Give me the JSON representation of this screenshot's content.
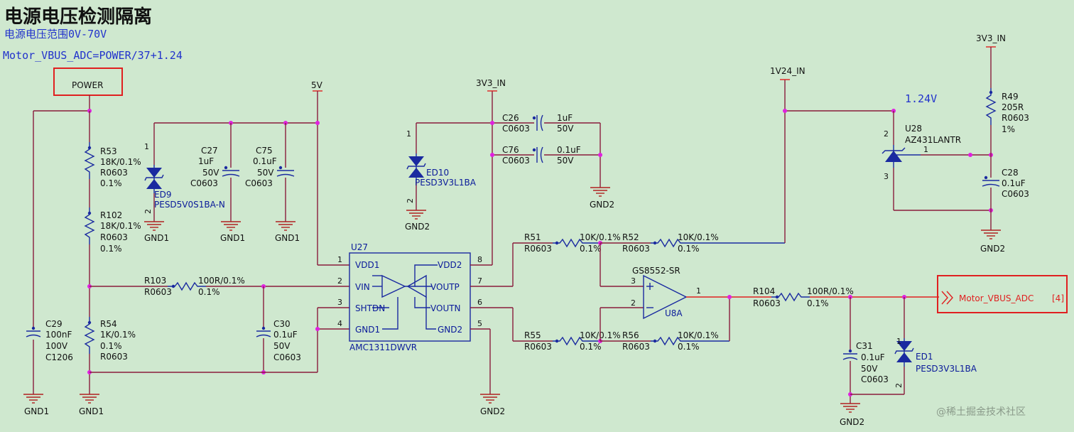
{
  "title": "电源电压检测隔离",
  "notes": [
    "电源电压范围0V-70V",
    "Motor_VBUS_ADC=POWER/37+1.24"
  ],
  "nets": {
    "power": "POWER",
    "v5": "5V",
    "v33a": "3V3_IN",
    "v33b": "3V3_IN",
    "v124": "1V24_IN",
    "vref_note": "1.24V",
    "output": "Motor_VBUS_ADC",
    "output_ref": "[4]"
  },
  "grounds": {
    "gnd1": "GND1",
    "gnd2": "GND2"
  },
  "components": {
    "R53": {
      "ref": "R53",
      "value": "18K/0.1%",
      "pkg": "R0603",
      "tol": "0.1%"
    },
    "R102": {
      "ref": "R102",
      "value": "18K/0.1%",
      "pkg": "R0603",
      "tol": "0.1%"
    },
    "R103": {
      "ref": "R103",
      "value": "100R/0.1%",
      "pkg": "R0603",
      "tol": "0.1%"
    },
    "R54": {
      "ref": "R54",
      "value": "1K/0.1%",
      "pkg": "R0603",
      "tol": "0.1%"
    },
    "C29": {
      "ref": "C29",
      "value": "100nF",
      "volt": "100V",
      "pkg": "C1206"
    },
    "C30": {
      "ref": "C30",
      "value": "0.1uF",
      "volt": "50V",
      "pkg": "C0603"
    },
    "ED9": {
      "ref": "ED9",
      "part": "PESD5V0S1BA-N"
    },
    "C27": {
      "ref": "C27",
      "value": "1uF",
      "volt": "50V",
      "pkg": "C0603"
    },
    "C75": {
      "ref": "C75",
      "value": "0.1uF",
      "volt": "50V",
      "pkg": "C0603"
    },
    "U27": {
      "ref": "U27",
      "part": "AMC1311DWVR",
      "pins_left": [
        "VDD1",
        "VIN",
        "SHTDN",
        "GND1"
      ],
      "pins_right": [
        "VDD2",
        "VOUTP",
        "VOUTN",
        "GND2"
      ],
      "nums_left": [
        "1",
        "2",
        "3",
        "4"
      ],
      "nums_right": [
        "8",
        "7",
        "6",
        "5"
      ]
    },
    "ED10": {
      "ref": "ED10",
      "part": "PESD3V3L1BA"
    },
    "C26": {
      "ref": "C26",
      "value": "1uF",
      "volt": "50V",
      "pkg": "C0603"
    },
    "C76": {
      "ref": "C76",
      "value": "0.1uF",
      "volt": "50V",
      "pkg": "C0603"
    },
    "R51": {
      "ref": "R51",
      "value": "10K/0.1%",
      "pkg": "R0603",
      "tol": "0.1%"
    },
    "R52": {
      "ref": "R52",
      "value": "10K/0.1%",
      "pkg": "R0603",
      "tol": "0.1%"
    },
    "R55": {
      "ref": "R55",
      "value": "10K/0.1%",
      "pkg": "R0603",
      "tol": "0.1%"
    },
    "R56": {
      "ref": "R56",
      "value": "10K/0.1%",
      "pkg": "R0603",
      "tol": "0.1%"
    },
    "U8A": {
      "ref": "U8A",
      "part": "GS8552-SR",
      "pin_plus": "3",
      "pin_minus": "2",
      "pin_out": "1"
    },
    "R104": {
      "ref": "R104",
      "value": "100R/0.1%",
      "pkg": "R0603",
      "tol": "0.1%"
    },
    "C31": {
      "ref": "C31",
      "value": "0.1uF",
      "volt": "50V",
      "pkg": "C0603"
    },
    "ED1": {
      "ref": "ED1",
      "part": "PESD3V3L1BA"
    },
    "R49": {
      "ref": "R49",
      "value": "205R",
      "pkg": "R0603",
      "tol": "1%"
    },
    "U28": {
      "ref": "U28",
      "part": "AZ431LANTR"
    },
    "C28": {
      "ref": "C28",
      "value": "0.1uF",
      "pkg": "C0603"
    }
  },
  "pin_numbers": {
    "one": "1",
    "two": "2",
    "three": "3"
  },
  "watermark": "@稀土掘金技术社区"
}
